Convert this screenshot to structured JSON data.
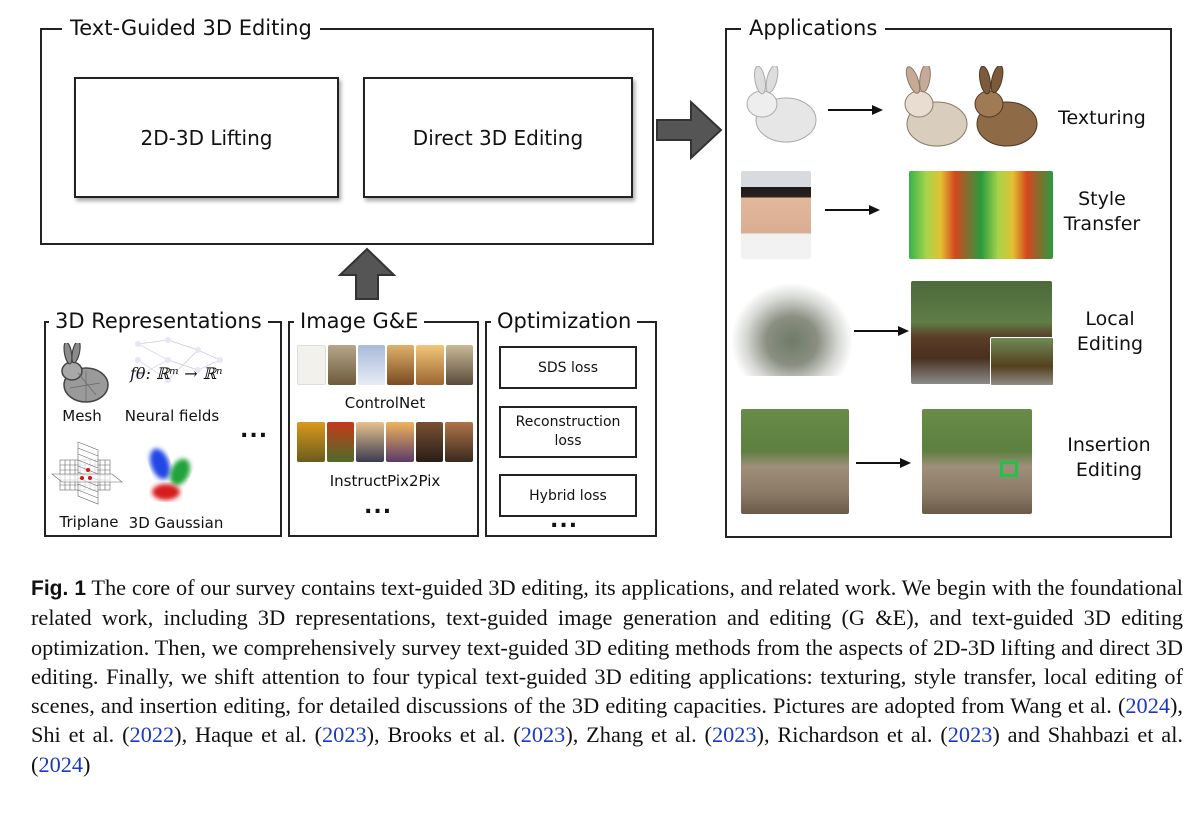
{
  "editing_panel": {
    "title": "Text-Guided 3D Editing",
    "lifting": "2D-3D Lifting",
    "direct": "Direct 3D Editing"
  },
  "representations": {
    "title": "3D Representations",
    "formula": "fθ: ℝᵐ → ℝⁿ",
    "mesh": "Mesh",
    "neural": "Neural fields",
    "triplane": "Triplane",
    "gaussian": "3D Gaussian",
    "more": "..."
  },
  "image_ge": {
    "title": "Image G&E",
    "controlnet": "ControlNet",
    "instructpix2pix": "InstructPix2Pix",
    "more": "..."
  },
  "optimization": {
    "title": "Optimization",
    "sds": "SDS loss",
    "reconstruction": "Reconstruction loss",
    "hybrid": "Hybrid loss",
    "more": "..."
  },
  "applications": {
    "title": "Applications",
    "texturing": "Texturing",
    "style": "Style Transfer",
    "local": "Local Editing",
    "insertion": "Insertion Editing"
  },
  "caption": {
    "label": "Fig. 1",
    "text_before": "The core of our survey contains text-guided 3D editing, its applications, and related work. We begin with the foundational related work, including 3D representations, text-guided image generation and editing (G &E), and text-guided 3D editing optimization. Then, we comprehensively survey text-guided 3D editing methods from the aspects of 2D-3D lifting and direct 3D editing. Finally, we shift attention to four typical text-guided 3D editing applications: texturing, style transfer, local editing of scenes, and insertion editing, for detailed discussions of the 3D editing capacities. Pictures are adopted from Wang et al. (",
    "cite1": "2024",
    "sep1": "), Shi et al. (",
    "cite2": "2022",
    "sep2": "), Haque et al. (",
    "cite3": "2023",
    "sep3": "), Brooks et al. (",
    "cite4": "2023",
    "sep4": "), Zhang et al. (",
    "cite5": "2023",
    "sep5": "), Richardson et al. (",
    "cite6": "2023",
    "sep6": ") and Shahbazi et al. (",
    "cite7": "2024",
    "end": ")"
  },
  "colors": {
    "border": "#222222",
    "arrow": "#555555",
    "citation": "#1a39c9"
  }
}
